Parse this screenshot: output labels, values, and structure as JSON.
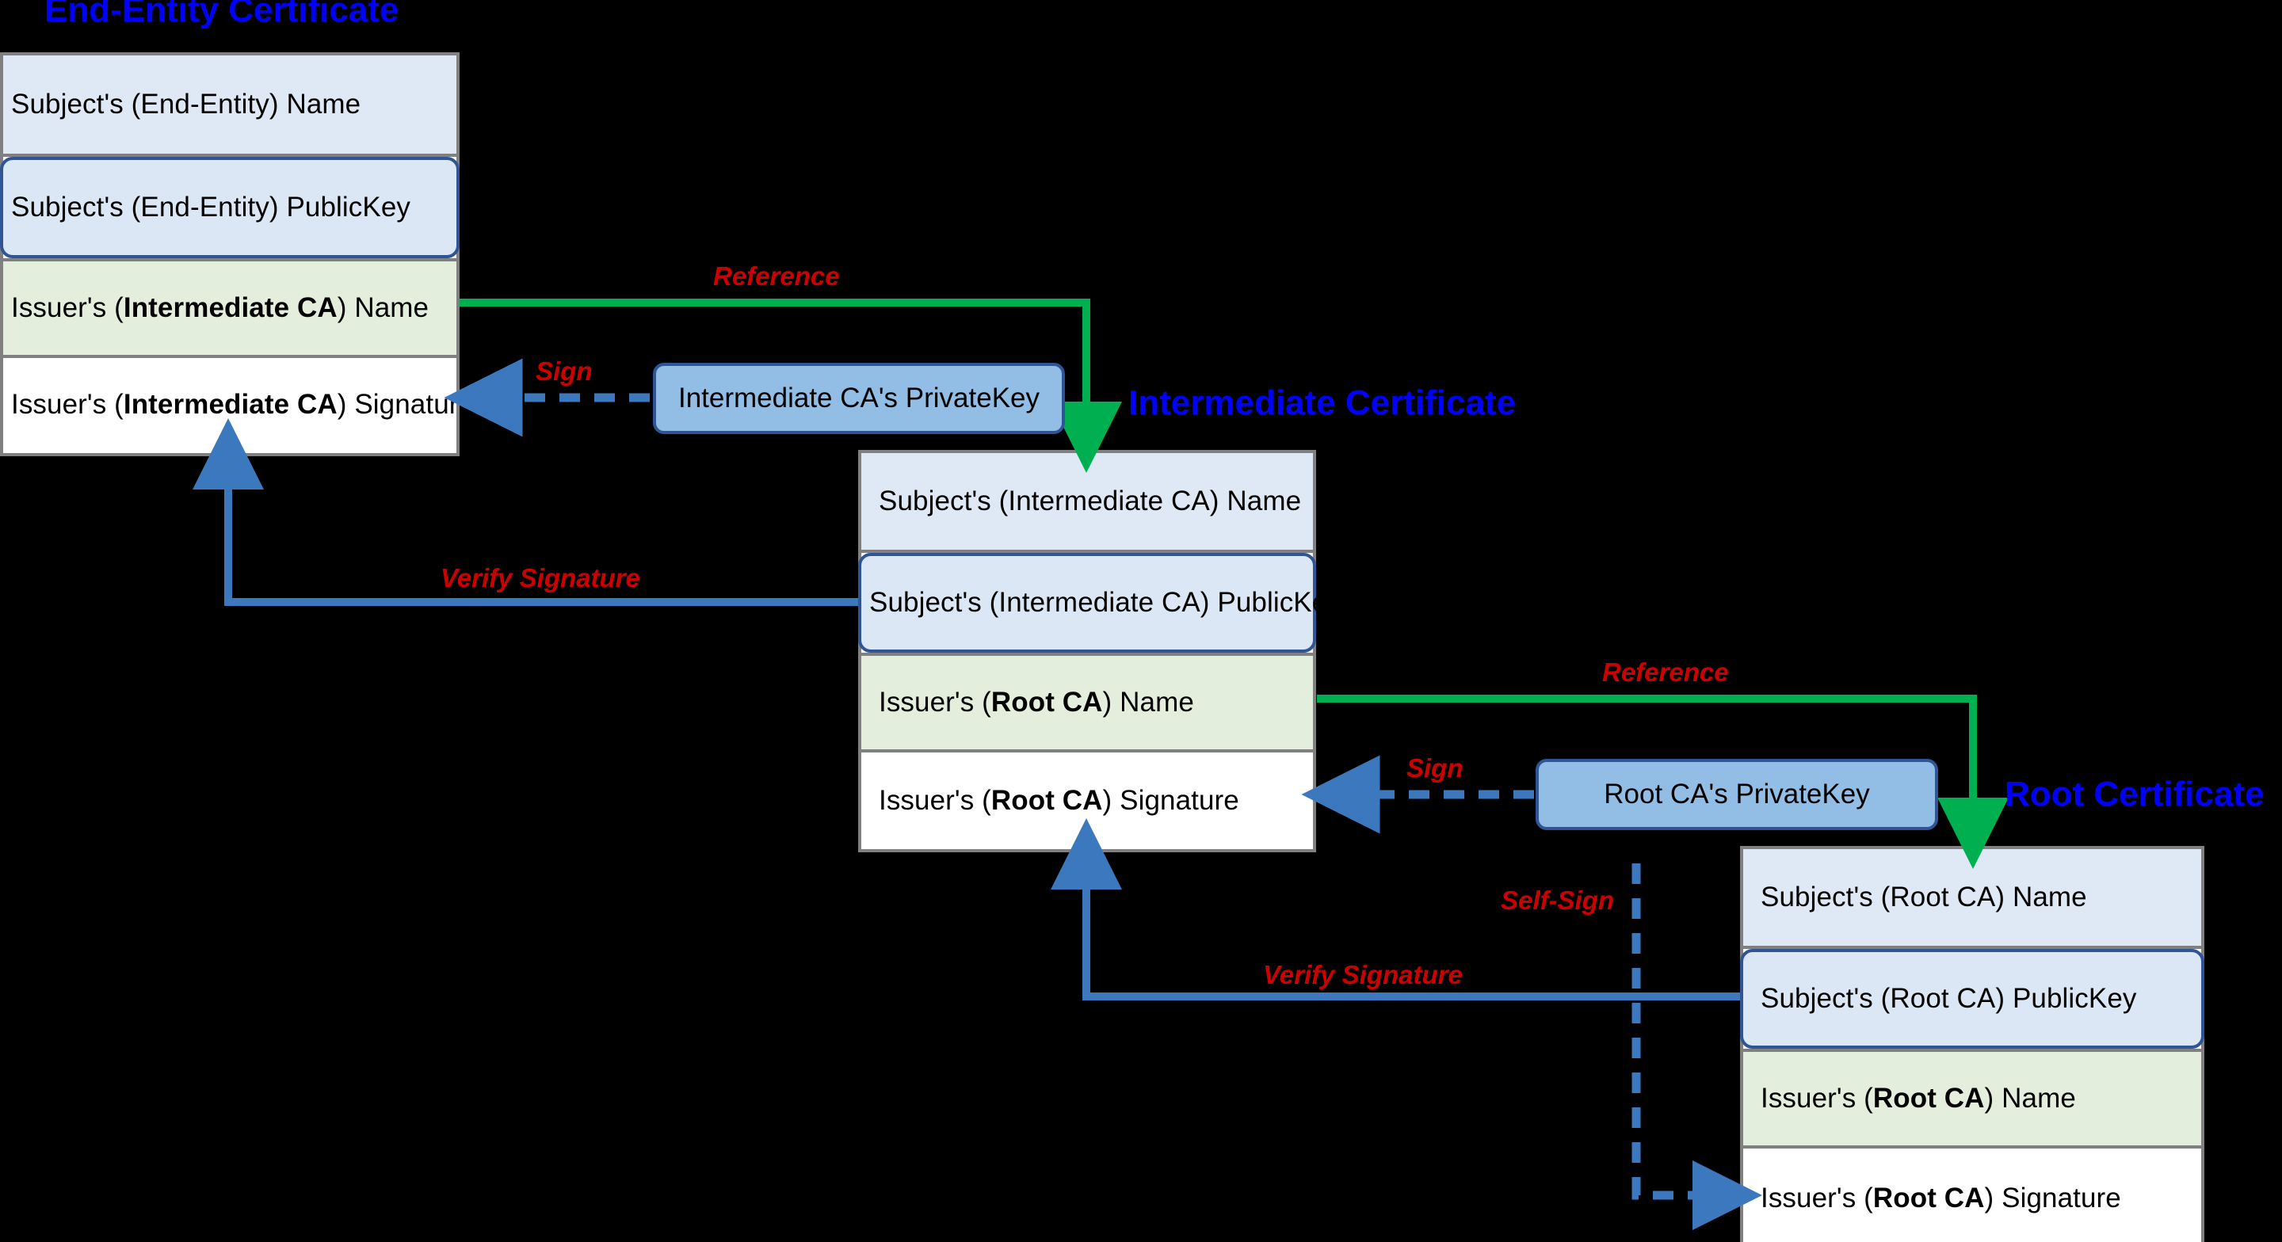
{
  "diagram": {
    "title_color": "#0000ff",
    "label_color": "#cc0000",
    "reference_arrow_color": "#00b050",
    "sign_arrow_color": "#3c78bd",
    "background": "#000000"
  },
  "certificates": [
    {
      "id": "end-entity",
      "title": "End-Entity Certificate",
      "rows": [
        {
          "kind": "subject-name",
          "text": "Subject's (End-Entity) Name"
        },
        {
          "kind": "subject-publickey",
          "text": "Subject's (End-Entity) PublicKey"
        },
        {
          "kind": "issuer-name",
          "text_prefix": "Issuer's (",
          "text_bold": "Intermediate CA",
          "text_suffix": ") Name"
        },
        {
          "kind": "issuer-signature",
          "text_prefix": "Issuer's (",
          "text_bold": "Intermediate CA",
          "text_suffix": ") Signature"
        }
      ]
    },
    {
      "id": "intermediate",
      "title": "Intermediate Certificate",
      "rows": [
        {
          "kind": "subject-name",
          "text": "Subject's (Intermediate CA) Name"
        },
        {
          "kind": "subject-publickey",
          "text": "Subject's (Intermediate CA) PublicKey"
        },
        {
          "kind": "issuer-name",
          "text_prefix": "Issuer's (",
          "text_bold": "Root CA",
          "text_suffix": ") Name"
        },
        {
          "kind": "issuer-signature",
          "text_prefix": "Issuer's (",
          "text_bold": "Root CA",
          "text_suffix": ") Signature"
        }
      ]
    },
    {
      "id": "root",
      "title": "Root Certificate",
      "rows": [
        {
          "kind": "subject-name",
          "text": "Subject's (Root CA) Name"
        },
        {
          "kind": "subject-publickey",
          "text": "Subject's (Root CA) PublicKey"
        },
        {
          "kind": "issuer-name",
          "text_prefix": "Issuer's (",
          "text_bold": "Root CA",
          "text_suffix": ") Name"
        },
        {
          "kind": "issuer-signature",
          "text_prefix": "Issuer's (",
          "text_bold": "Root CA",
          "text_suffix": ") Signature"
        }
      ]
    }
  ],
  "private_keys": [
    {
      "id": "intermediate-ca-privatekey",
      "label": "Intermediate CA's PrivateKey"
    },
    {
      "id": "root-ca-privatekey",
      "label": "Root CA's PrivateKey"
    }
  ],
  "edge_labels": {
    "reference_top": "Reference",
    "reference_bottom": "Reference",
    "sign_top": "Sign",
    "sign_bottom": "Sign",
    "self_sign": "Self-Sign",
    "verify_top": "Verify Signature",
    "verify_bottom": "Verify Signature"
  }
}
